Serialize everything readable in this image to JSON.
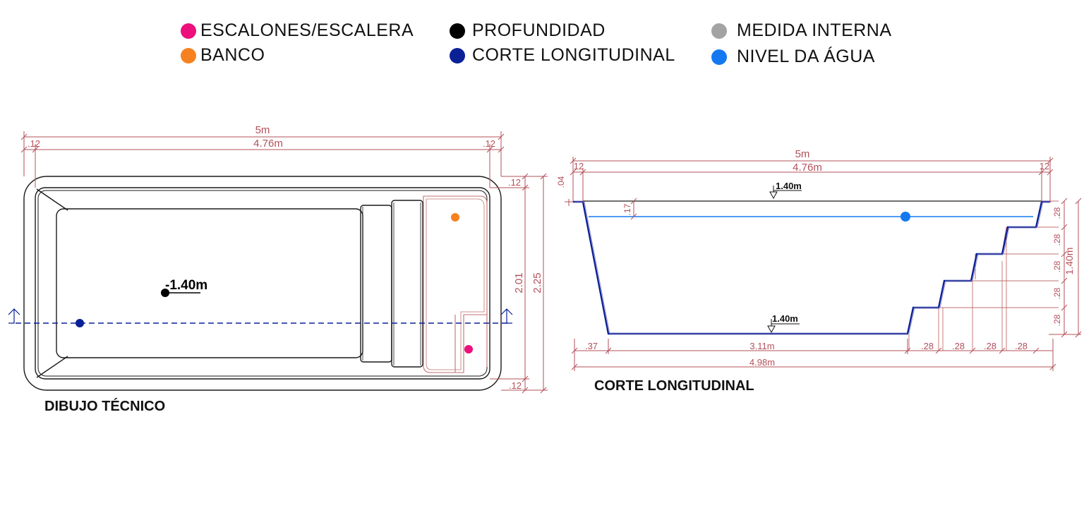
{
  "legend": [
    {
      "label": "ESCALONES/ESCALERA",
      "color": "#ec0f7c",
      "icon": "pink-dot-icon"
    },
    {
      "label": "BANCO",
      "color": "#f5821f",
      "icon": "orange-dot-icon"
    },
    {
      "label": "PROFUNDIDAD",
      "color": "#000000",
      "icon": "black-dot-icon"
    },
    {
      "label": "CORTE LONGITUDINAL",
      "color": "#0a2196",
      "icon": "navy-dot-icon"
    },
    {
      "label": "MEDIDA INTERNA",
      "color": "#a3a3a3",
      "icon": "gray-dot-icon"
    },
    {
      "label": "NIVEL DA ÁGUA",
      "color": "#1479f0",
      "icon": "blue-dot-icon"
    }
  ],
  "plan": {
    "title": "DIBUJO TÉCNICO",
    "depth_label": "-1.40m",
    "dims": {
      "total_length": "5m",
      "inner_length": "4.76m",
      "edge_left": ".12",
      "edge_right": ".12",
      "edge_top": ".12",
      "edge_bottom": ".12",
      "inner_width": "2.01",
      "total_width": "2.25"
    }
  },
  "section": {
    "title": "CORTE LONGITUDINAL",
    "dims": {
      "total_length": "5m",
      "inner_length": "4.76m",
      "edge_left": "12",
      "edge_right": "12",
      "rim": ".04",
      "water_gap": ".17",
      "level_top": "1.40m",
      "level_bottom": "1.40m",
      "slope": ".37",
      "floor": "3.11m",
      "step1": ".28",
      "step2": ".28",
      "step3": ".28",
      "step4": ".28",
      "bottom_length": "4.98m",
      "riser1": ".28",
      "riser2": ".28",
      "riser3": ".28",
      "riser4": ".28",
      "riser5": ".28",
      "depth": "1.40m"
    }
  }
}
